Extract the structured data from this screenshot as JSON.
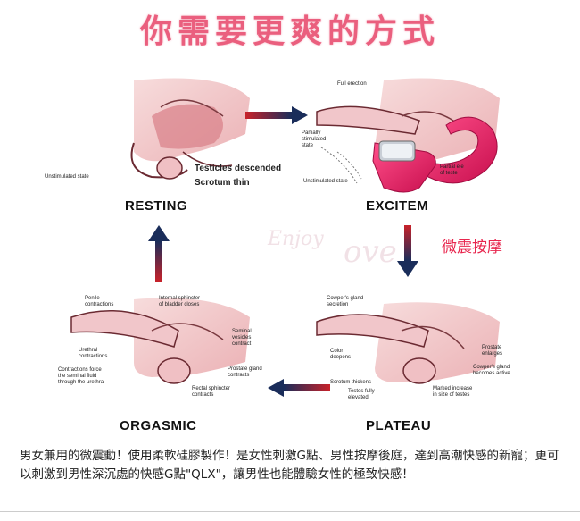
{
  "title": "你需要更爽的方式",
  "stages": {
    "resting": "RESTING",
    "excitement": "EXCITEM",
    "plateau": "PLATEAU",
    "orgasmic": "ORGASMIC"
  },
  "callout": "微震按摩",
  "annotations": {
    "testicles_descended": "Testicles descended",
    "scrotum_thin": "Scrotum thin",
    "unstimulated_1": "Unstimulated state",
    "full_erection": "Full erection",
    "partially_stimulated": "Partially\nstimulated\nstate",
    "unstimulated_2": "Unstimulated state",
    "partial_elevation": "Partial ele\nof teste",
    "cowpers_secretion": "Cowper's gland\nsecretion",
    "color_deepens": "Color\ndeepens",
    "scrotum_thickens": "Scrotum thickens",
    "testes_elevated": "Testes fully\nelevated",
    "prostate_enlarges": "Prostate\nenlarges",
    "cowpers_active": "Cowper's gland\nbecomes active",
    "marked_increase": "Marked increase\nin size of testes",
    "penile_contractions": "Penile\ncontractions",
    "internal_sphincter": "Internal sphincter\nof bladder closes",
    "urethral_contractions": "Urethral\ncontractions",
    "contractions_force": "Contractions force\nthe seminal fluid\nthrough the urethra",
    "seminal_vesicles": "Seminal\nvesicles\ncontract",
    "prostate_contracts": "Prostate gland\ncontracts",
    "rectal_sphincter": "Rectal sphincter\ncontracts"
  },
  "description": "男女兼用的微震動！使用柔軟硅膠製作！是女性刺激G點、男性按摩後庭，達到高潮快感的新寵；更可以刺激到男性深沉處的快感G點\"QLX\"，讓男性也能體驗女性的極致快感！",
  "colors": {
    "title": "#ea5f7e",
    "callout": "#e8264e",
    "device": "#e5185f",
    "arrow_dark": "#1a2d5a",
    "arrow_red": "#c8222a"
  }
}
